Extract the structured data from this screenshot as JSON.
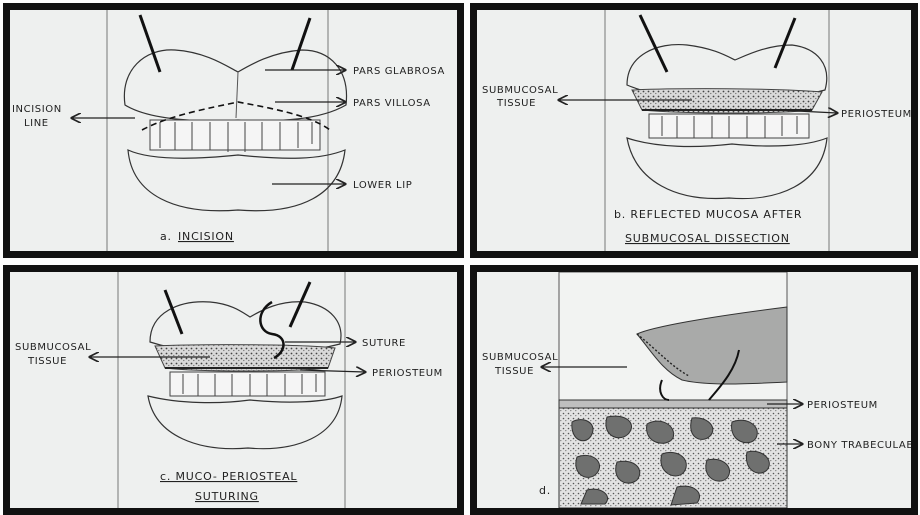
{
  "panels": {
    "a": {
      "caption_letter": "a.",
      "caption": "INCISION",
      "labels": {
        "incision_line_1": "INCISION",
        "incision_line_2": "LINE",
        "pars_glabrosa": "PARS GLABROSA",
        "pars_villosa": "PARS VILLOSA",
        "lower_lip": "LOWER LIP"
      }
    },
    "b": {
      "caption_line1": "b. REFLECTED MUCOSA AFTER",
      "caption_line2": "SUBMUCOSAL DISSECTION",
      "labels": {
        "submucosal_1": "SUBMUCOSAL",
        "submucosal_2": "TISSUE",
        "periosteum": "PERIOSTEUM"
      }
    },
    "c": {
      "caption_line1": "c. MUCO- PERIOSTEAL",
      "caption_line2": "SUTURING",
      "labels": {
        "submucosal_1": "SUBMUCOSAL",
        "submucosal_2": "TISSUE",
        "suture": "SUTURE",
        "periosteum": "PERIOSTEUM"
      }
    },
    "d": {
      "caption_letter": "d.",
      "labels": {
        "submucosal_1": "SUBMUCOSAL",
        "submucosal_2": "TISSUE",
        "periosteum": "PERIOSTEUM",
        "bony_trabeculae": "BONY TRABECULAE"
      }
    }
  }
}
